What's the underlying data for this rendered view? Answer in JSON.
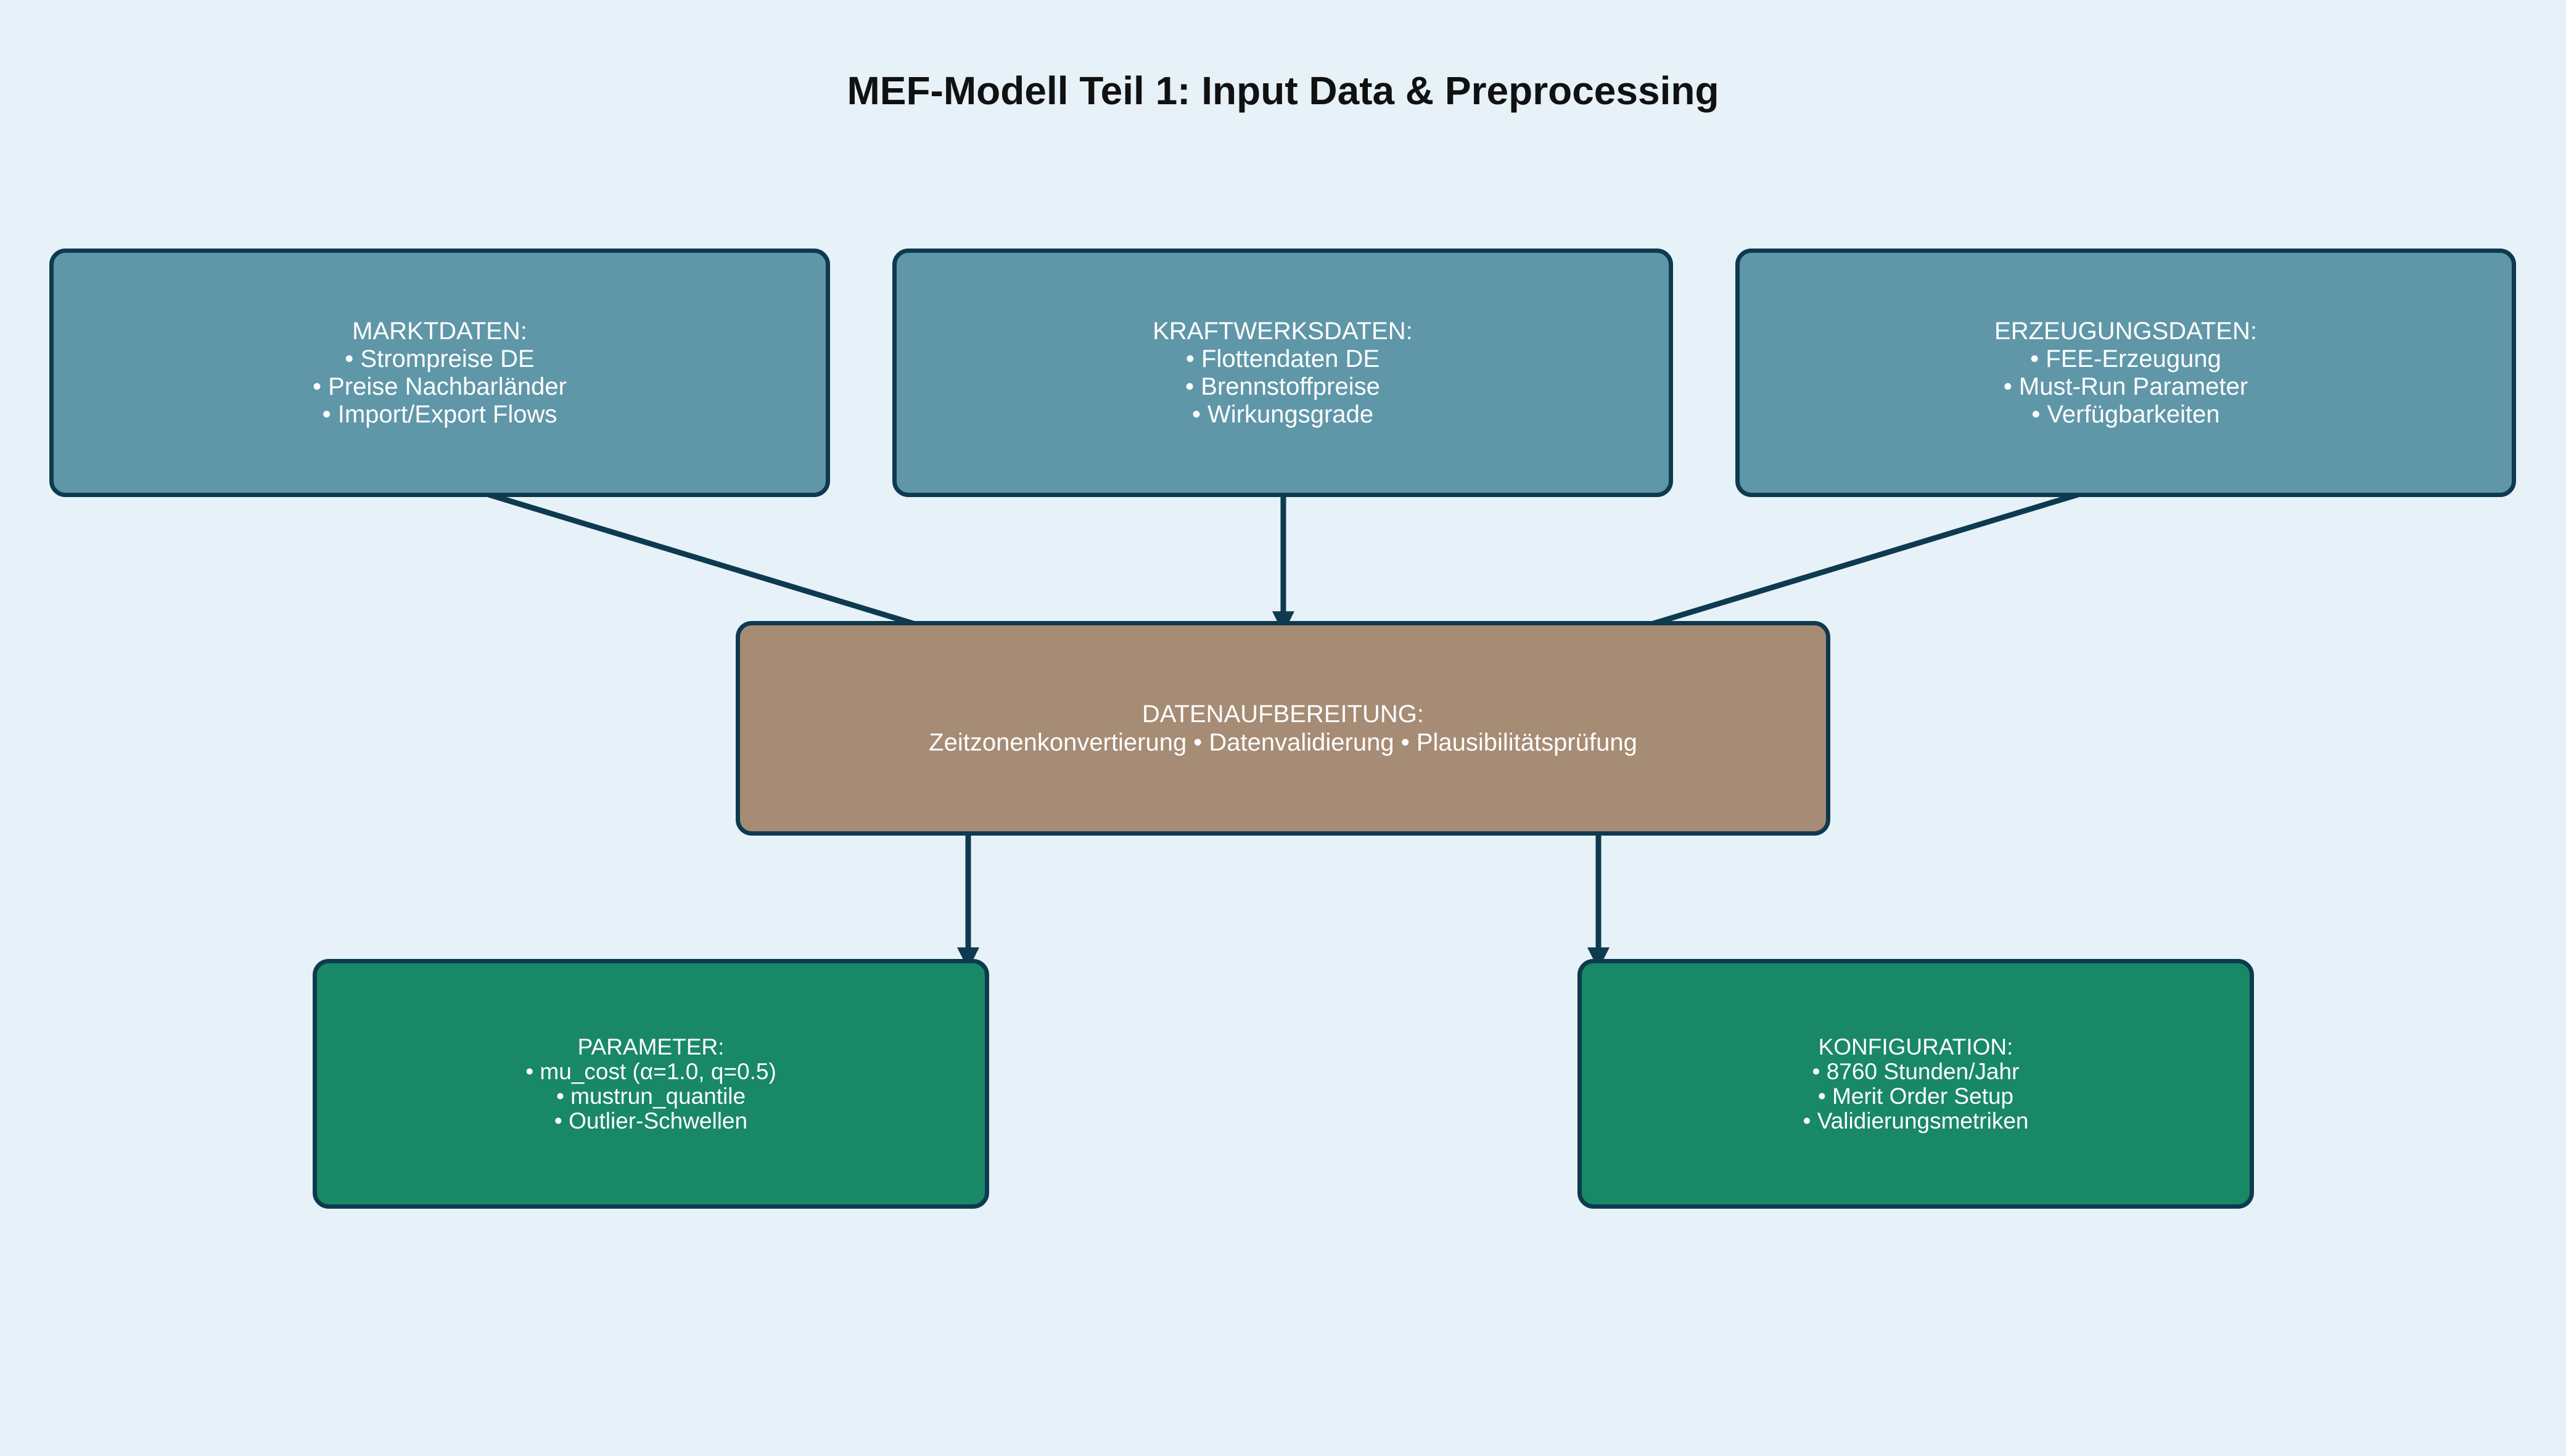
{
  "title": "MEF-Modell Teil 1: Input Data & Preprocessing",
  "colors": {
    "background": "#e6f1f8",
    "source_box": "#5f97a8",
    "process_box": "#a68b75",
    "output_box": "#188866",
    "border_and_arrows": "#0e3a4f"
  },
  "sources": [
    {
      "heading": "MARKTDATEN:",
      "items": [
        "• Strompreise DE",
        "• Preise Nachbarländer",
        "• Import/Export Flows"
      ]
    },
    {
      "heading": "KRAFTWERKSDATEN:",
      "items": [
        "• Flottendaten DE",
        "• Brennstoffpreise",
        "• Wirkungsgrade"
      ]
    },
    {
      "heading": "ERZEUGUNGSDATEN:",
      "items": [
        "• FEE-Erzeugung",
        "• Must-Run Parameter",
        "• Verfügbarkeiten"
      ]
    }
  ],
  "process": {
    "heading": "DATENAUFBEREITUNG:",
    "detail": "Zeitzonenkonvertierung • Datenvalidierung • Plausibilitätsprüfung"
  },
  "outputs": [
    {
      "heading": "PARAMETER:",
      "items": [
        "• mu_cost (α=1.0, q=0.5)",
        "• mustrun_quantile",
        "• Outlier-Schwellen"
      ]
    },
    {
      "heading": "KONFIGURATION:",
      "items": [
        "• 8760 Stunden/Jahr",
        "• Merit Order Setup",
        "• Validierungsmetriken"
      ]
    }
  ]
}
